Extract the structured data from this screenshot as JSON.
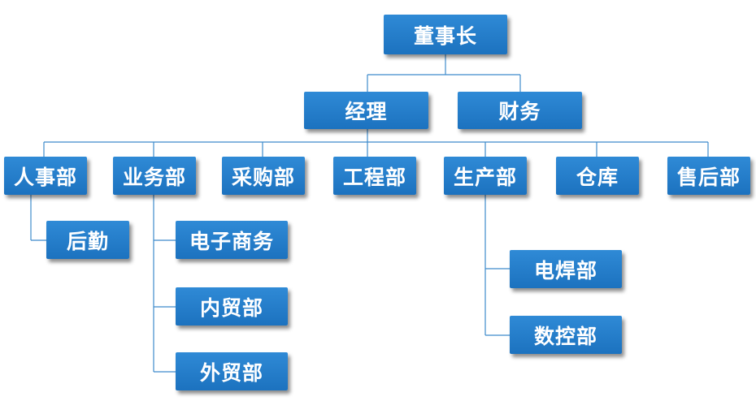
{
  "org": {
    "chairman": "董事长",
    "manager": "经理",
    "finance": "财务",
    "departments": {
      "hr": "人事部",
      "business": "业务部",
      "purchase": "采购部",
      "engineering": "工程部",
      "production": "生产部",
      "warehouse": "仓库",
      "aftersales": "售后部"
    },
    "hr_children": [
      "后勤"
    ],
    "business_children": [
      "电子商务",
      "内贸部",
      "外贸部"
    ],
    "production_children": [
      "电焊部",
      "数控部"
    ]
  },
  "colors": {
    "box": "#1f78c5",
    "line": "#3e8bcc",
    "text": "#ffffff"
  }
}
